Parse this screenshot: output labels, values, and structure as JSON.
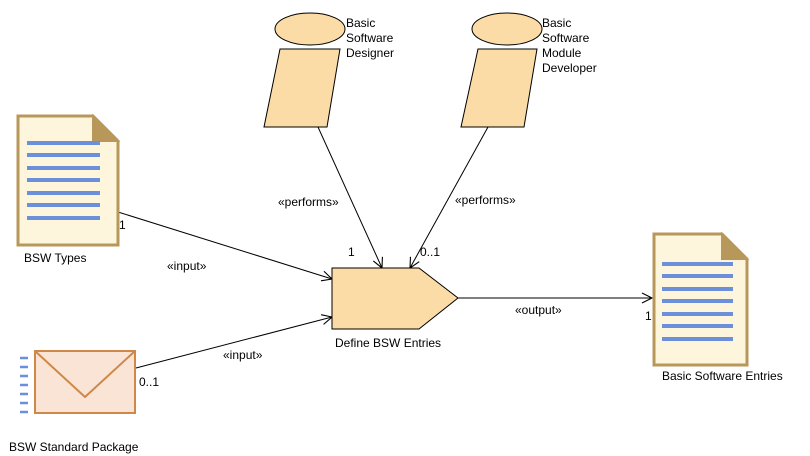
{
  "roles": [
    {
      "name": "Basic Software Designer",
      "lines": [
        "Basic",
        "Software",
        "Designer"
      ]
    },
    {
      "name": "Basic Software Module Developer",
      "lines": [
        "Basic",
        "Software",
        "Module",
        "Developer"
      ]
    }
  ],
  "task": {
    "name": "Define BSW Entries"
  },
  "inputs": [
    {
      "name": "BSW Types",
      "multiplicity": "1",
      "stereotype": "«input»"
    },
    {
      "name": "BSW Standard Package",
      "multiplicity": "0..1",
      "stereotype": "«input»"
    }
  ],
  "output": {
    "name": "Basic Software Entries",
    "multiplicity": "1",
    "stereotype": "«output»"
  },
  "performs": [
    {
      "stereotype": "«performs»",
      "multiplicity": "1"
    },
    {
      "stereotype": "«performs»",
      "multiplicity": "0..1"
    }
  ],
  "colors": {
    "role_fill": "#fbdba6",
    "task_fill": "#fbdba6",
    "artifact_fill": "#fdf6dc",
    "artifact_border": "#b8975a",
    "artifact_lines": "#6b8fd8",
    "package_fill": "#f9e4d6",
    "package_border": "#d08848"
  }
}
